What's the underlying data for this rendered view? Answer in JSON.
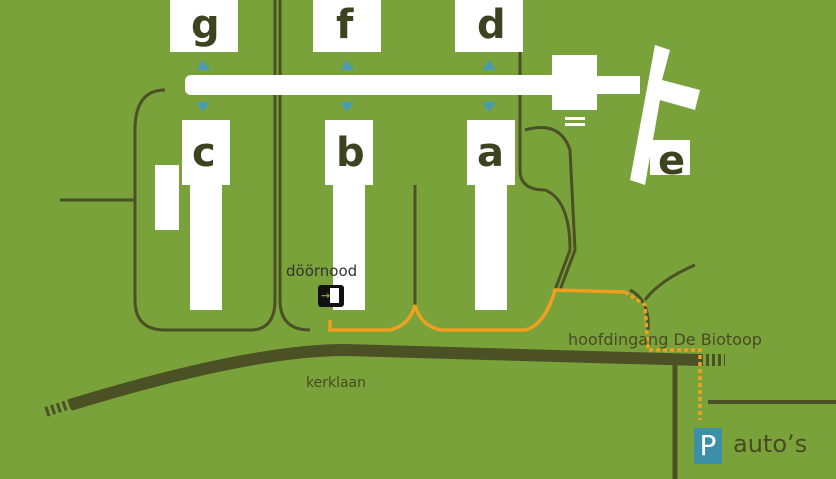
{
  "map": {
    "buildings": [
      {
        "id": "g",
        "label": "g"
      },
      {
        "id": "f",
        "label": "f"
      },
      {
        "id": "d",
        "label": "d"
      },
      {
        "id": "c",
        "label": "c"
      },
      {
        "id": "b",
        "label": "b"
      },
      {
        "id": "a",
        "label": "a"
      },
      {
        "id": "e",
        "label": "e"
      }
    ],
    "entrance_label": "döörnood",
    "main_entrance_label": "hoofdingang De  Biotoop",
    "street_label": "kerklaan",
    "parking": {
      "icon_letter": "P",
      "label": "auto’s"
    },
    "colors": {
      "grass": "#7aa23a",
      "road": "#4b5124",
      "building": "#ffffff",
      "route": "#f0a020",
      "parking": "#3d8fa8",
      "link": "#4a9ab0"
    },
    "icons": [
      "entrance-icon",
      "parking-icon"
    ]
  }
}
